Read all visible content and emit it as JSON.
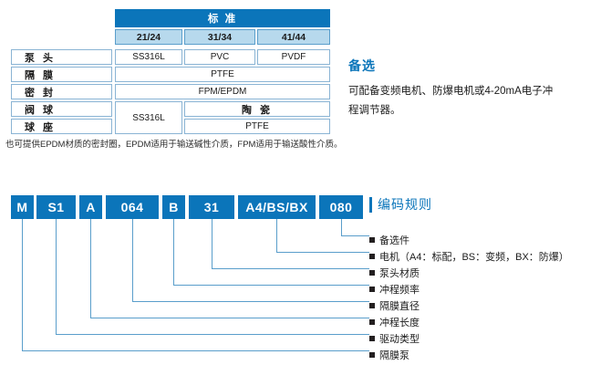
{
  "spec_table": {
    "main_header": "标 准",
    "sub_headers": [
      "21/24",
      "31/34",
      "41/44"
    ],
    "rows": [
      {
        "label": "泵 头",
        "cells": [
          "SS316L",
          "PVC",
          "PVDF"
        ]
      },
      {
        "label": "隔 膜",
        "cells": [
          "PTFE"
        ]
      },
      {
        "label": "密 封",
        "cells": [
          "FPM/EPDM"
        ]
      },
      {
        "label": "阀 球",
        "cells": [
          "SS316L",
          "陶 瓷"
        ]
      },
      {
        "label": "球 座",
        "cells": [
          "PTFE"
        ]
      }
    ],
    "footnote": "也可提供EPDM材质的密封圈，EPDM适用于输送碱性介质，FPM适用于输送酸性介质。"
  },
  "options": {
    "title": "备选",
    "body": "可配备变频电机、防爆电机或4-20mA电子冲程调节器。"
  },
  "code_string": {
    "segments": [
      {
        "value": "M"
      },
      {
        "value": "S1"
      },
      {
        "value": "A"
      },
      {
        "value": "064"
      },
      {
        "value": "B"
      },
      {
        "value": "31"
      },
      {
        "value": "A4/BS/BX"
      },
      {
        "value": "080"
      }
    ]
  },
  "legend": {
    "title": "编码规则",
    "items": [
      "备选件",
      "电机（A4：标配，BS：变频，BX：防爆）",
      "泵头材质",
      "冲程频率",
      "隔膜直径",
      "冲程长度",
      "驱动类型",
      "隔膜泵"
    ]
  },
  "colors": {
    "brand_blue": "#0b75ba",
    "light_blue": "#b7d9ed",
    "border_blue": "#8ab4d4",
    "line_blue": "#5a9ecb",
    "text_dark": "#1b1b1b"
  }
}
